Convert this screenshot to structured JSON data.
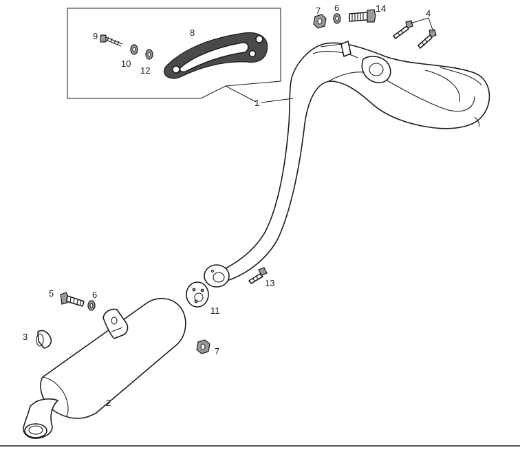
{
  "labels": {
    "p1": "1",
    "p2": "2",
    "p3": "3",
    "p4": "4",
    "p5": "5",
    "p6_top": "6",
    "p6_left": "6",
    "p7_top": "7",
    "p7_bottom": "7",
    "p8": "8",
    "p9": "9",
    "p10": "10",
    "p11": "11",
    "p12": "12",
    "p13": "13",
    "p14": "14"
  }
}
